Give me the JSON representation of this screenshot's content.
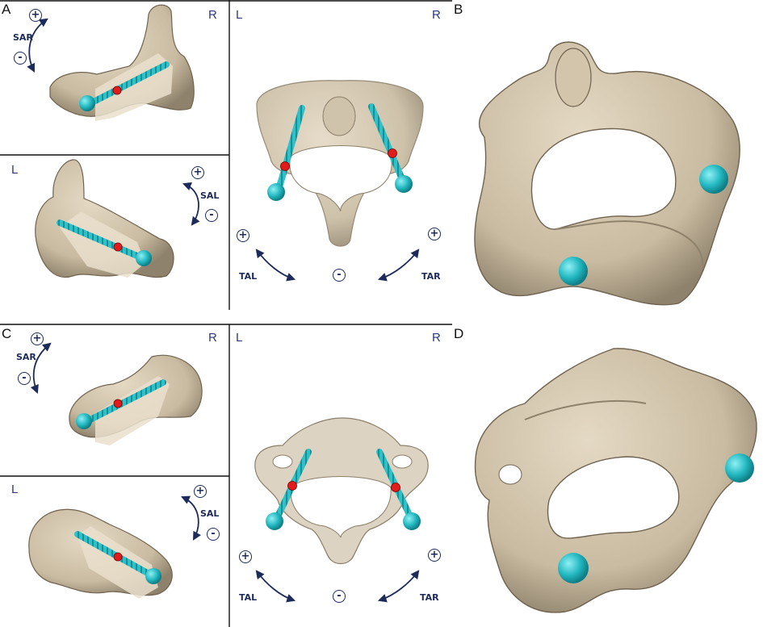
{
  "panels": {
    "a": {
      "letter": "A",
      "top_side": "R",
      "bottom_side": "L",
      "top_axis": "SAR",
      "bottom_axis": "SAL",
      "plus": "+",
      "minus": "-"
    },
    "a_mid": {
      "left_side": "L",
      "right_side": "R",
      "left_axis": "TAL",
      "right_axis": "TAR",
      "plus": "+",
      "minus": "-"
    },
    "b": {
      "letter": "B"
    },
    "c": {
      "letter": "C",
      "top_side": "R",
      "bottom_side": "L",
      "top_axis": "SAR",
      "bottom_axis": "SAL",
      "plus": "+",
      "minus": "-"
    },
    "c_mid": {
      "left_side": "L",
      "right_side": "R",
      "left_axis": "TAL",
      "right_axis": "TAR",
      "plus": "+",
      "minus": "-"
    },
    "d": {
      "letter": "D"
    }
  },
  "colors": {
    "bone": "#d8cbb4",
    "bone_dark": "#a89a82",
    "screw": "#27b9c2",
    "marker": "#e01c1c",
    "arrow": "#1d2b5a"
  }
}
